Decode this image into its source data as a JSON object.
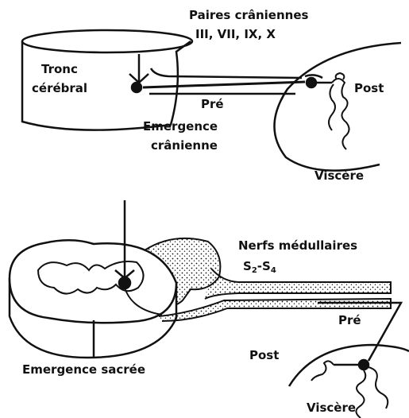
{
  "cranial": {
    "nerves_title": "Paires crâniennes",
    "nerves_list": "III, VII, IX, X",
    "brainstem_line1": "Tronc",
    "brainstem_line2": "cérébral",
    "pre": "Pré",
    "post": "Post",
    "emergence_line1": "Emergence",
    "emergence_line2": "crânienne",
    "viscera": "Viscère"
  },
  "sacral": {
    "nerves_title": "Nerfs médullaires",
    "segment_start": "S",
    "segment_start_sub": "2",
    "segment_sep": "-S",
    "segment_end_sub": "4",
    "pre": "Pré",
    "post": "Post",
    "emergence": "Emergence sacrée",
    "viscera": "Viscère"
  },
  "colors": {
    "ink": "#111111",
    "paper": "#ffffff"
  }
}
